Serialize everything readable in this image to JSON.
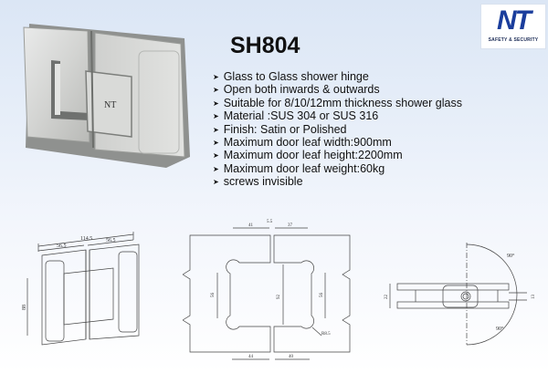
{
  "logo": {
    "mark": "NT",
    "tagline": "SAFETY & SECURITY",
    "color": "#1a3d9c"
  },
  "product": {
    "model": "SH804",
    "bullet_glyph": "➤",
    "features": [
      "Glass to Glass shower hinge",
      "Open both inwards & outwards",
      "Suitable for 8/10/12mm thickness shower glass",
      "Material :SUS 304 or SUS 316",
      "Finish: Satin or Polished",
      "Maximum door leaf width:900mm",
      "Maximum door leaf height:2200mm",
      "Maximum door leaf weight:60kg",
      "screws invisible"
    ],
    "photo_engraving": "NT"
  },
  "drawings": {
    "isometric": {
      "total_width": "114.5",
      "left_width": "56.5",
      "right_width": "56.5",
      "height": "88"
    },
    "cutout": {
      "gap": "5.5",
      "top_left": "41",
      "top_right": "37",
      "left_height": "56",
      "center_height": "92",
      "right_height": "56",
      "radius": "R8.5",
      "bottom_left": "44",
      "bottom_right": "40"
    },
    "side": {
      "thickness": "22",
      "glass": "13",
      "angle_top": "90°",
      "angle_bottom": "90°"
    }
  }
}
